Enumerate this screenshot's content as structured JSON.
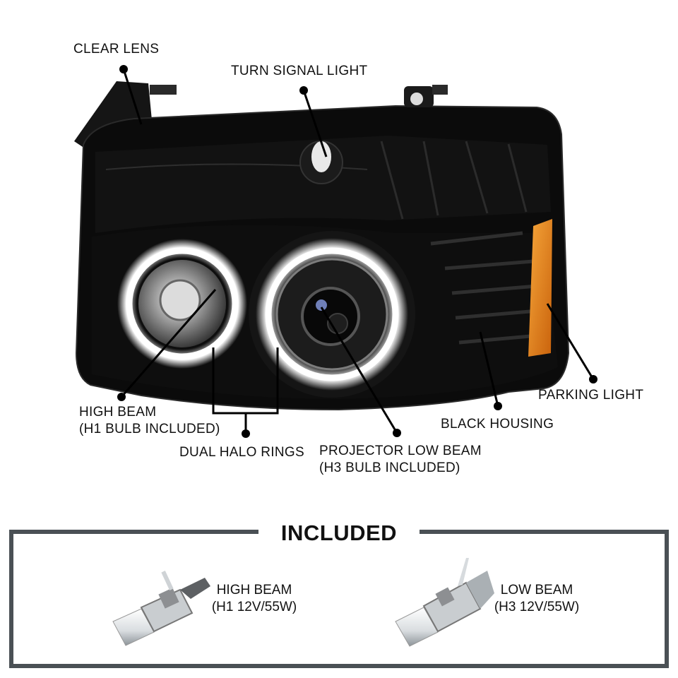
{
  "callouts": {
    "clear_lens": "CLEAR LENS",
    "turn_signal": "TURN SIGNAL LIGHT",
    "parking_light": "PARKING LIGHT",
    "black_housing": "BLACK HOUSING",
    "high_beam": [
      "HIGH BEAM",
      "(H1 BULB INCLUDED)"
    ],
    "dual_halo": "DUAL HALO RINGS",
    "projector": [
      "PROJECTOR LOW BEAM",
      "(H3 BULB INCLUDED)"
    ]
  },
  "included": {
    "title": "INCLUDED",
    "items": [
      {
        "name": "HIGH BEAM",
        "spec": "(H1 12V/55W)"
      },
      {
        "name": "LOW BEAM",
        "spec": "(H3 12V/55W)"
      }
    ]
  },
  "colors": {
    "housing": "#0b0b0b",
    "amber": "#e8871a",
    "halo": "#ffffff",
    "frame": "#4a5055",
    "leader": "#000000"
  },
  "icons": [
    "headlight-assembly-image",
    "h1-bulb-icon",
    "h3-bulb-icon",
    "callout-dot-icon"
  ]
}
